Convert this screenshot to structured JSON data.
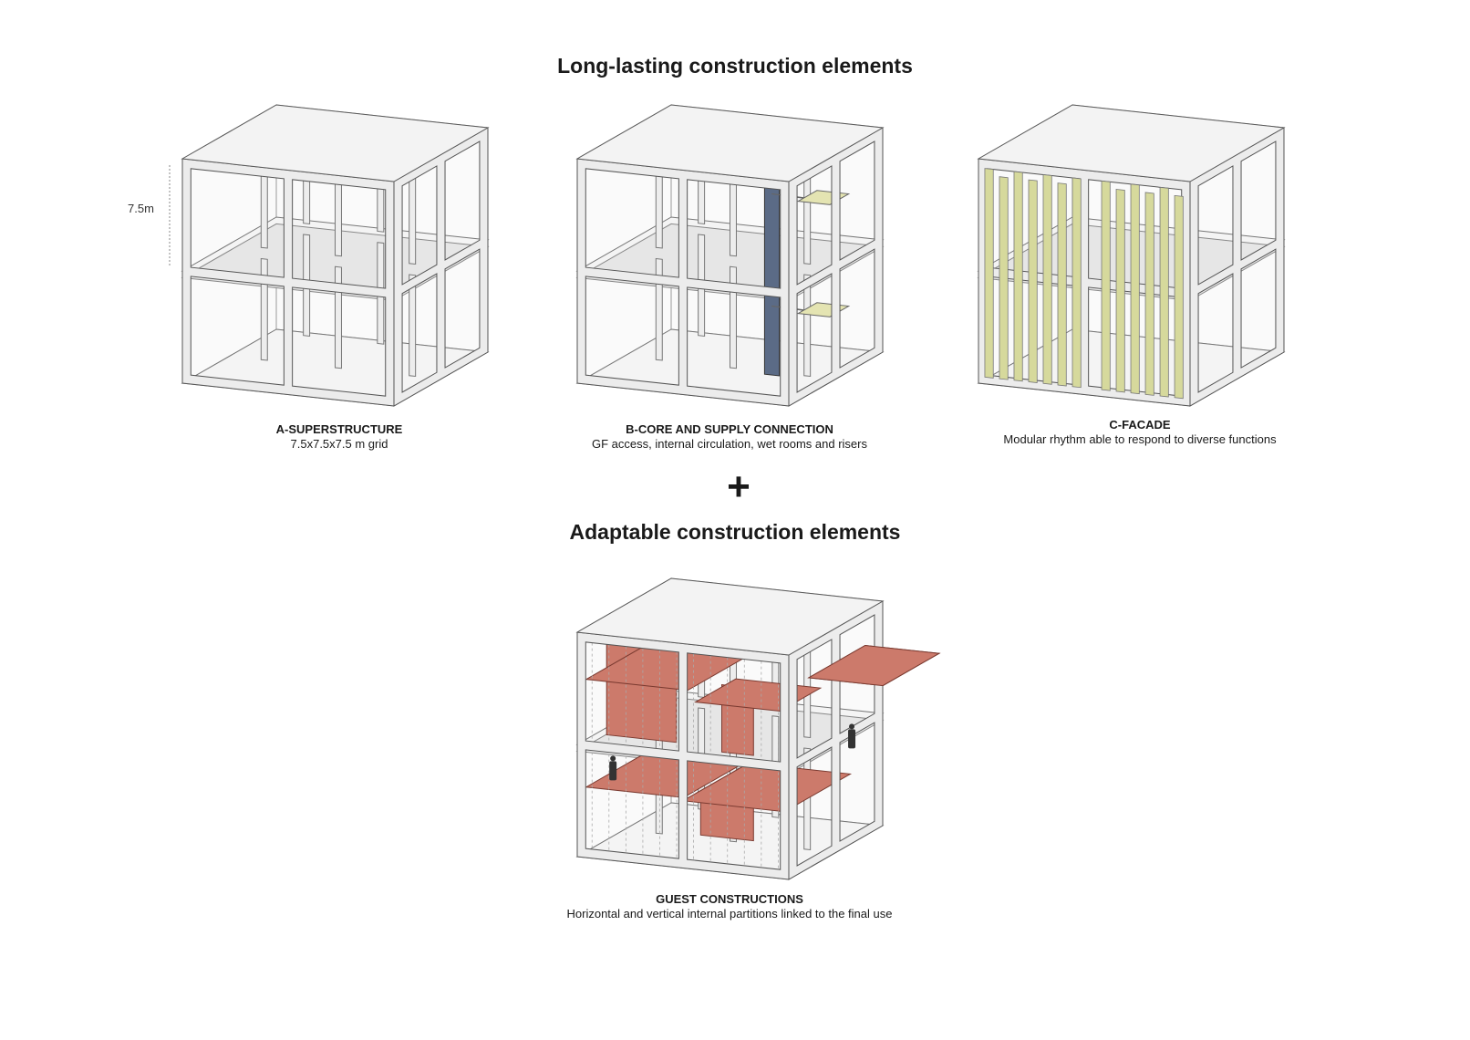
{
  "titles": {
    "long_lasting": "Long-lasting construction elements",
    "plus_sign": "+",
    "adaptable": "Adaptable construction elements"
  },
  "dimension_label": "7.5m",
  "panels": [
    {
      "title": "A-SUPERSTRUCTURE",
      "subtitle": "7.5x7.5x7.5 m grid"
    },
    {
      "title": "B-CORE AND SUPPLY CONNECTION",
      "subtitle": "GF access, internal circulation, wet rooms and risers"
    },
    {
      "title": "C-FACADE",
      "subtitle": "Modular rhythm able to respond to diverse functions"
    },
    {
      "title": "GUEST CONSTRUCTIONS",
      "subtitle": "Horizontal and vertical internal partitions linked to the final use"
    }
  ],
  "colors": {
    "frame": "#ececec",
    "core": "#5b6b86",
    "stairs": "#e4e4b2",
    "facade": "#d6d99c",
    "guest": "#cc7a6b"
  }
}
